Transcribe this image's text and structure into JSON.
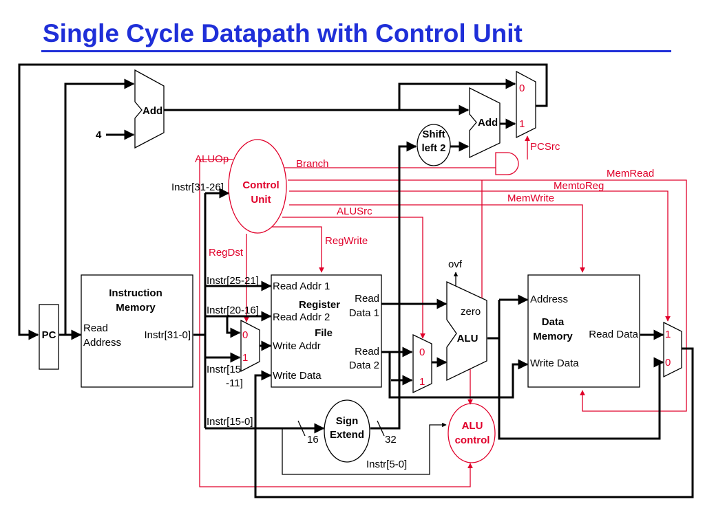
{
  "title": "Single Cycle Datapath with Control Unit",
  "colors": {
    "title": "#1f2fd8",
    "control": "#e0002a",
    "wire": "#000000"
  },
  "labels": {
    "add_top": "Add",
    "add_branch": "Add",
    "four": "4",
    "shift_line1": "Shift",
    "shift_line2": "left 2",
    "pc": "PC",
    "imem_title1": "Instruction",
    "imem_title2": "Memory",
    "imem_read1": "Read",
    "imem_read2": "Address",
    "imem_instr": "Instr[31-0]",
    "ctrl_line1": "Control",
    "ctrl_line2": "Unit",
    "instr_31_26": "Instr[31-26]",
    "instr_25_21": "Instr[25-21]",
    "instr_20_16": "Instr[20-16]",
    "instr_15_11_a": "Instr[15",
    "instr_15_11_b": "-11]",
    "instr_15_0": "Instr[15-0]",
    "instr_5_0": "Instr[5-0]",
    "rf_read_addr1": "Read Addr 1",
    "rf_read_addr2": "Read Addr 2",
    "rf_write_addr": "Write Addr",
    "rf_write_data": "Write Data",
    "rf_title1": "Register",
    "rf_title2": "File",
    "rf_read_data1_a": "Read",
    "rf_read_data1_b": "Data 1",
    "rf_read_data2_a": "Read",
    "rf_read_data2_b": "Data 2",
    "alu": "ALU",
    "zero": "zero",
    "ovf": "ovf",
    "dmem_address": "Address",
    "dmem_title1": "Data",
    "dmem_title2": "Memory",
    "dmem_read_data": "Read Data",
    "dmem_write_data": "Write Data",
    "sign_line1": "Sign",
    "sign_line2": "Extend",
    "bits16": "16",
    "bits32": "32",
    "aluctl_line1": "ALU",
    "aluctl_line2": "control",
    "mux_0": "0",
    "mux_1": "1"
  },
  "control_signals": {
    "aluop": "ALUOp",
    "branch": "Branch",
    "memread": "MemRead",
    "memtoreg": "MemtoReg",
    "memwrite": "MemWrite",
    "alusrc": "ALUSrc",
    "regwrite": "RegWrite",
    "regdst": "RegDst",
    "pcsrc": "PCSrc"
  }
}
